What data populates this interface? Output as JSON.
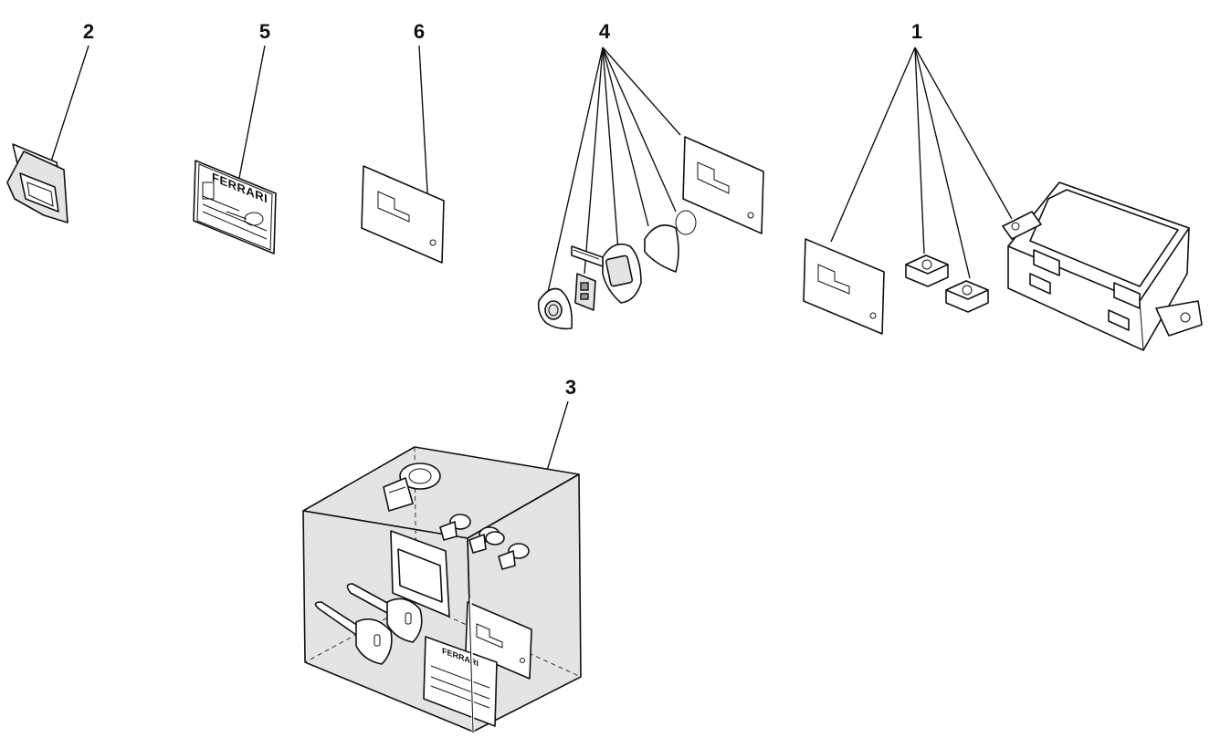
{
  "diagram": {
    "callouts": [
      {
        "id": "2",
        "label": "2"
      },
      {
        "id": "5",
        "label": "5"
      },
      {
        "id": "6",
        "label": "6"
      },
      {
        "id": "4",
        "label": "4"
      },
      {
        "id": "1",
        "label": "1"
      },
      {
        "id": "3",
        "label": "3"
      }
    ],
    "brand_text": "FERRARI",
    "colors": {
      "line": "#111111",
      "fill": "#ffffff",
      "box_fill": "#e4e4e4"
    }
  }
}
